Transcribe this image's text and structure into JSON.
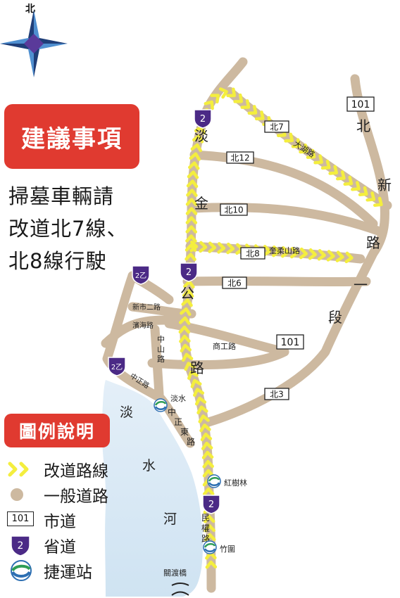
{
  "compass": {
    "north_label": "北"
  },
  "notice": {
    "title": "建議事項",
    "lines": [
      "掃墓車輛請",
      "改道北7線、",
      "北8線行駛"
    ]
  },
  "legend": {
    "title": "圖例說明",
    "items": [
      {
        "label": "改道路線",
        "icon": "yellow-chevron-icon"
      },
      {
        "label": "一般道路",
        "icon": "tan-dot-icon"
      },
      {
        "label": "市道",
        "icon": "city-road-sign-icon",
        "sign_text": "101"
      },
      {
        "label": "省道",
        "icon": "provincial-shield-icon",
        "sign_text": "2"
      },
      {
        "label": "捷運站",
        "icon": "mrt-station-icon"
      }
    ]
  },
  "road_signs": {
    "bei7": "北7",
    "bei12": "北12",
    "bei10": "北10",
    "bei8": "北8",
    "bei6": "北6",
    "bei3": "北3",
    "city101_top": "101",
    "city101_mid": "101"
  },
  "shields": {
    "prov2": "2",
    "prov2b": "2乙"
  },
  "street_labels": {
    "datun": "大湖路",
    "kueirou": "奎柔山路",
    "xinshi2": "新市二路",
    "binhai": "濱海路",
    "zhongshan": "中山路",
    "shanggong": "商工路",
    "zhonggong": "中正路",
    "zhongzheng_dong": "中正東路",
    "minquan": "民權路",
    "guandu": "關渡橋"
  },
  "vertical_road_names": {
    "jinshan_chars": [
      "淡",
      "金",
      "公",
      "路"
    ],
    "beixin_chars": [
      "北",
      "新",
      "路",
      "一",
      "段"
    ]
  },
  "water": {
    "chars": [
      "淡",
      "水",
      "河"
    ]
  },
  "stations": {
    "tamsui": "淡水",
    "hongshulin": "紅樹林",
    "zhuwei": "竹圍"
  },
  "colors": {
    "accent_red": "#e03a30",
    "road_tan": "#cdb9a0",
    "reroute_yellow": "#f4ee3e",
    "shield_purple": "#4b2a86",
    "river_blue": "#cfe3f2",
    "mrt_green": "#2e9d55",
    "mrt_blue": "#2d6fb2"
  }
}
